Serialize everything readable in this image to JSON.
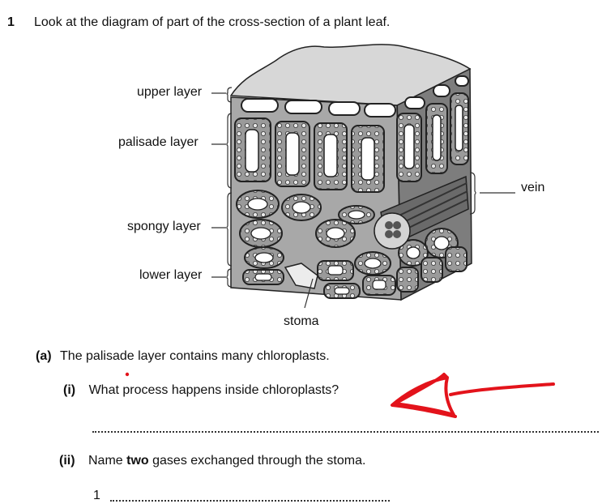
{
  "question": {
    "number": "1",
    "intro": "Look at the diagram of part of the cross-section of a plant leaf."
  },
  "diagram": {
    "labels": {
      "upper_layer": "upper layer",
      "palisade_layer": "palisade layer",
      "spongy_layer": "spongy layer",
      "lower_layer": "lower layer",
      "vein": "vein",
      "stoma": "stoma"
    }
  },
  "part_a": {
    "label": "(a)",
    "text": "The palisade layer contains many chloroplasts.",
    "sub_i": {
      "label": "(i)",
      "text": "What process happens inside chloroplasts?"
    },
    "sub_ii": {
      "label": "(ii)",
      "text_before": "Name ",
      "text_bold": "two",
      "text_after": " gases exchanged through the stoma.",
      "answer_1_label": "1"
    }
  },
  "annotation": {
    "color": "#e3131b",
    "icon": "red-arrow-icon"
  }
}
